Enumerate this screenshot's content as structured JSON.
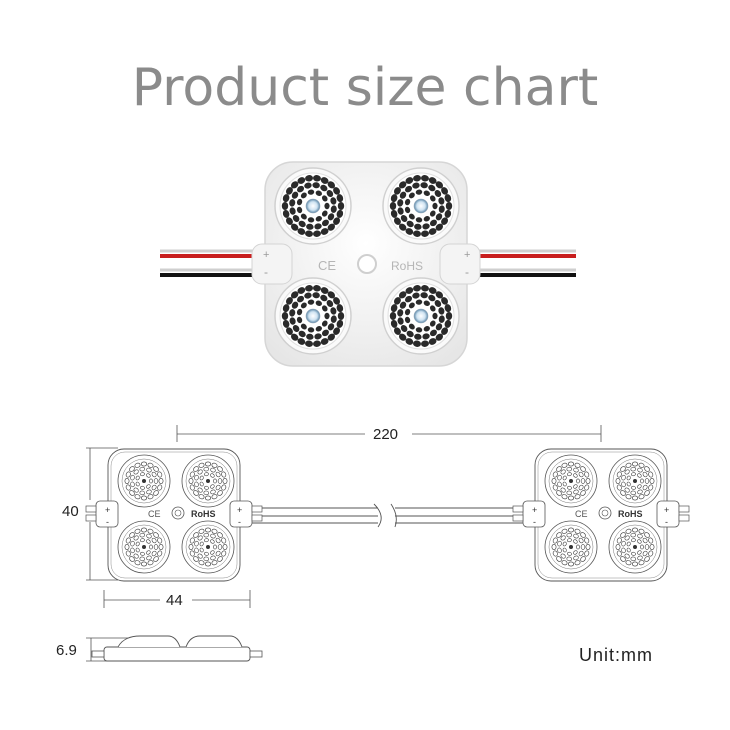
{
  "title": "Product size chart",
  "product": {
    "module_marks": [
      "CE",
      "RoHS"
    ],
    "wire_marks": {
      "positive": "+",
      "negative": "-"
    }
  },
  "dimensions": {
    "total_length": "220",
    "height": "40",
    "width": "44",
    "thickness": "6.9"
  },
  "unit_label": "Unit:mm",
  "colors": {
    "title": "#8b8b8b",
    "module_body": "#f2f2f2",
    "lens_dot": "#2a2a2a",
    "wire_red": "#c81e1e",
    "wire_black": "#111111"
  }
}
